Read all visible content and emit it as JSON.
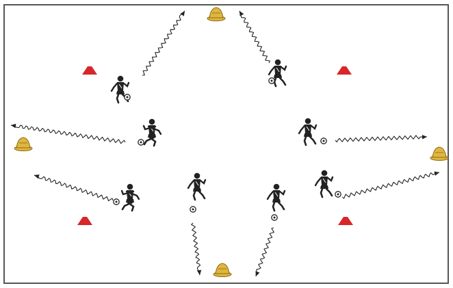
{
  "diagram": {
    "kind": "soccer dribbling drill",
    "counts": {
      "yellow_cones": 4,
      "red_cones": 4,
      "players_with_ball": 8,
      "dribble_paths": 8
    },
    "colors": {
      "pitch_background": "#ffffff",
      "pitch_border": "#555555",
      "yellow_cone": "#e0b640",
      "yellow_cone_stroke": "#8a6a12",
      "red_cone": "#d8262a",
      "dribble_path": "#222222",
      "player": "#222222",
      "ball": "#ffffff"
    },
    "icons": {
      "yellow_cone": "yellow-cone-icon",
      "red_cone": "red-cone-icon",
      "player": "player-icon",
      "ball": "ball-icon",
      "arrowhead": "arrowhead-icon"
    }
  }
}
